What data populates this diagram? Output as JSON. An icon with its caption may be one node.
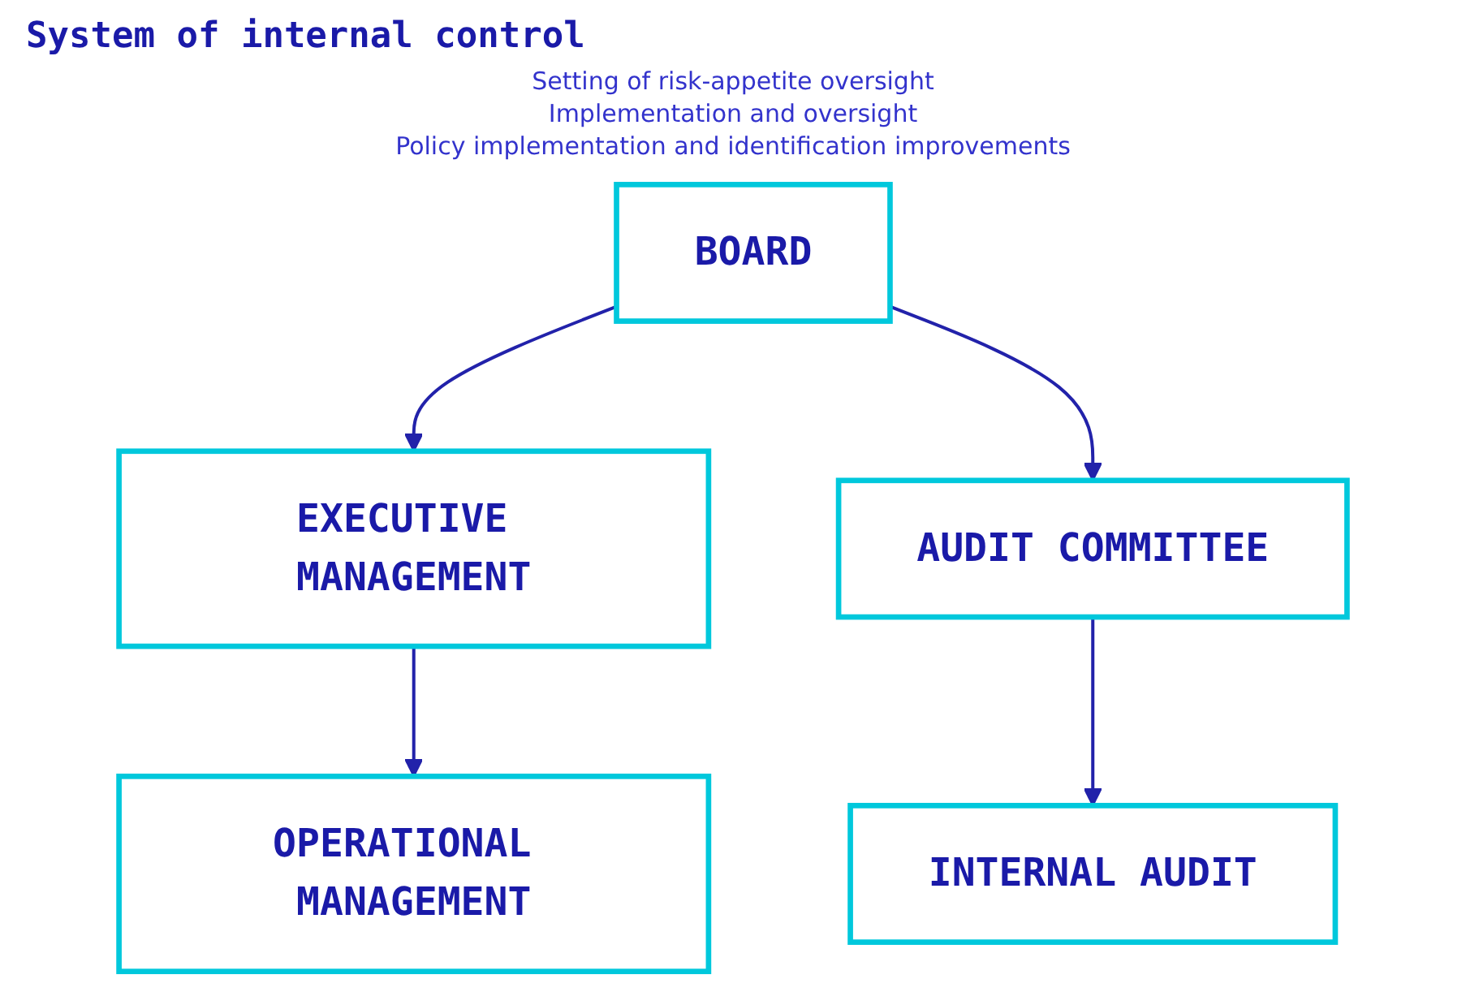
{
  "diagram": {
    "title": "System of internal control",
    "nodes": [
      {
        "text": [
          "BOARD"
        ]
      },
      {
        "text": [
          "EXECUTIVE MANAGEMENT"
        ]
      },
      {
        "text": [
          "AUDIT COMMITTEE"
        ]
      },
      {
        "text": [
          "OPERATIONAL MANAGEMENT"
        ]
      },
      {
        "text": [
          "INTERNAL AUDIT"
        ]
      }
    ],
    "edges": [
      {
        "from": 0,
        "to": 1,
        "arrow": "to"
      },
      {
        "from": 0,
        "to": 2,
        "arrow": "to"
      },
      {
        "from": 1,
        "to": 3,
        "arrow": "to"
      },
      {
        "from": 2,
        "to": 4,
        "arrow": "to"
      }
    ],
    "labels": [
      "Setting of risk-appetite oversight",
      "Implementation and oversight",
      "Policy implementation and identification improvements"
    ]
  }
}
